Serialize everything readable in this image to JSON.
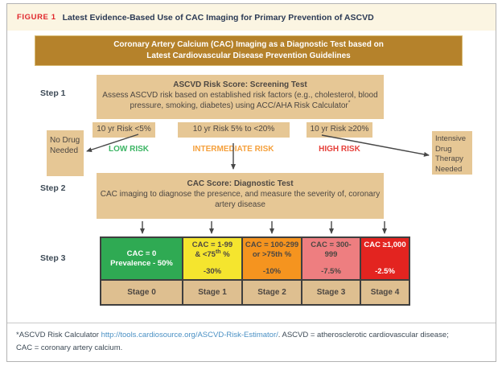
{
  "figure": {
    "label": "FIGURE 1",
    "title": "Latest Evidence-Based Use of CAC Imaging for Primary Prevention of ASCVD"
  },
  "header": {
    "line1": "Coronary Artery Calcium (CAC) Imaging as a Diagnostic Test based on",
    "line2": "Latest Cardiovascular Disease Prevention Guidelines"
  },
  "step1": {
    "label": "Step 1",
    "title": "ASCVD Risk Score: Screening Test",
    "body": "Assess ASCVD risk based on established risk factors (e.g., cholesterol, blood pressure, smoking, diabetes) using ACC/AHA Risk Calculator",
    "asterisk": "*"
  },
  "risk_row": {
    "low": {
      "box": "10 yr Risk <5%",
      "tag": "LOW RISK"
    },
    "intermediate": {
      "box": "10 yr Risk 5% to <20%",
      "tag": "INTERMEDIATE RISK"
    },
    "high": {
      "box": "10 yr Risk ≥20%",
      "tag": "HIGH RISK"
    }
  },
  "outcomes": {
    "no_drug": "No Drug\nNeeded",
    "intensive": "Intensive\nDrug\nTherapy\nNeeded"
  },
  "step2": {
    "label": "Step 2",
    "title": "CAC Score: Diagnostic Test",
    "body": "CAC imaging to diagnose the presence, and measure the severity of, coronary artery disease"
  },
  "step3": {
    "label": "Step 3",
    "columns": [
      {
        "line1": "CAC = 0",
        "line2": "Prevalence - 50%",
        "pct": "",
        "stage": "Stage 0"
      },
      {
        "line1": "CAC = 1-99",
        "line2_pre": "& <75",
        "line2_sup": "th",
        "line2_post": " %",
        "pct": "-30%",
        "stage": "Stage 1"
      },
      {
        "line1": "CAC = 100-299",
        "line2": "or >75th %",
        "pct": "-10%",
        "stage": "Stage 2"
      },
      {
        "line1": "CAC = 300-",
        "line2": "999",
        "pct": "-7.5%",
        "stage": "Stage 3"
      },
      {
        "line1": "CAC ≥1,000",
        "line2": "",
        "pct": "-2.5%",
        "stage": "Stage 4"
      }
    ]
  },
  "footnote": {
    "prefix": "*ASCVD Risk Calculator ",
    "link": "http://tools.cardiosource.org/ASCVD-Risk-Estimator/",
    "suffix": ". ASCVD = atherosclerotic cardiovascular disease;",
    "line2": "CAC = coronary artery calcium."
  },
  "colors": {
    "figure_label": "#e0262c",
    "title_text": "#2b3a55",
    "title_band_bg": "#fbf5e2",
    "gold_bar": "#b5822b",
    "tan_box": "#e6c795",
    "stage_row_bg": "#debf90",
    "low_risk_text": "#3cb564",
    "intermediate_risk_text": "#f5a03c",
    "high_risk_text": "#e6403a",
    "stage0_green": "#2faa53",
    "stage1_yellow": "#f5e52e",
    "stage2_orange": "#f5941f",
    "stage3_salmon": "#ee7e80",
    "stage4_red": "#e32420",
    "arrow": "#474747",
    "link": "#4a90c4"
  }
}
